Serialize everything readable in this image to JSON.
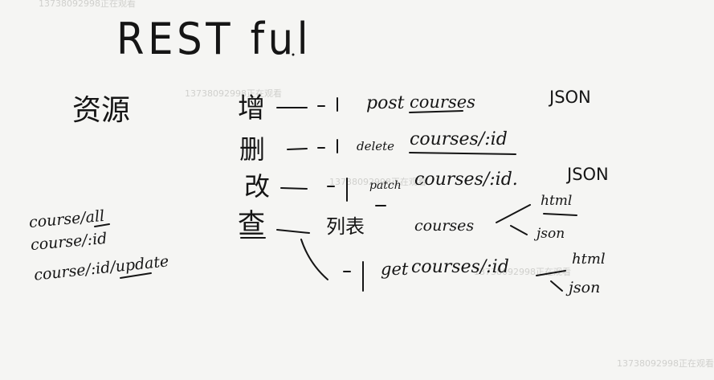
{
  "title": "REST ful",
  "resource": "资源",
  "paths_left": [
    "course/all",
    "course/:id",
    "course/:id/update"
  ],
  "methods": [
    {
      "op": "增",
      "verb": "post",
      "path": "courses",
      "format": "JSON"
    },
    {
      "op": "删",
      "verb": "delete",
      "path": "courses/:id"
    },
    {
      "op": "改",
      "verb": "patch",
      "path": "courses/:id.",
      "format": "JSON"
    },
    {
      "op": "查",
      "list_label": "列表",
      "list_path": "courses",
      "single_verb": "get",
      "single_path": "courses/:id"
    }
  ],
  "list_outputs": [
    "html",
    "json"
  ],
  "single_outputs": [
    "html",
    "json"
  ],
  "watermark": "13738092998正在观看"
}
